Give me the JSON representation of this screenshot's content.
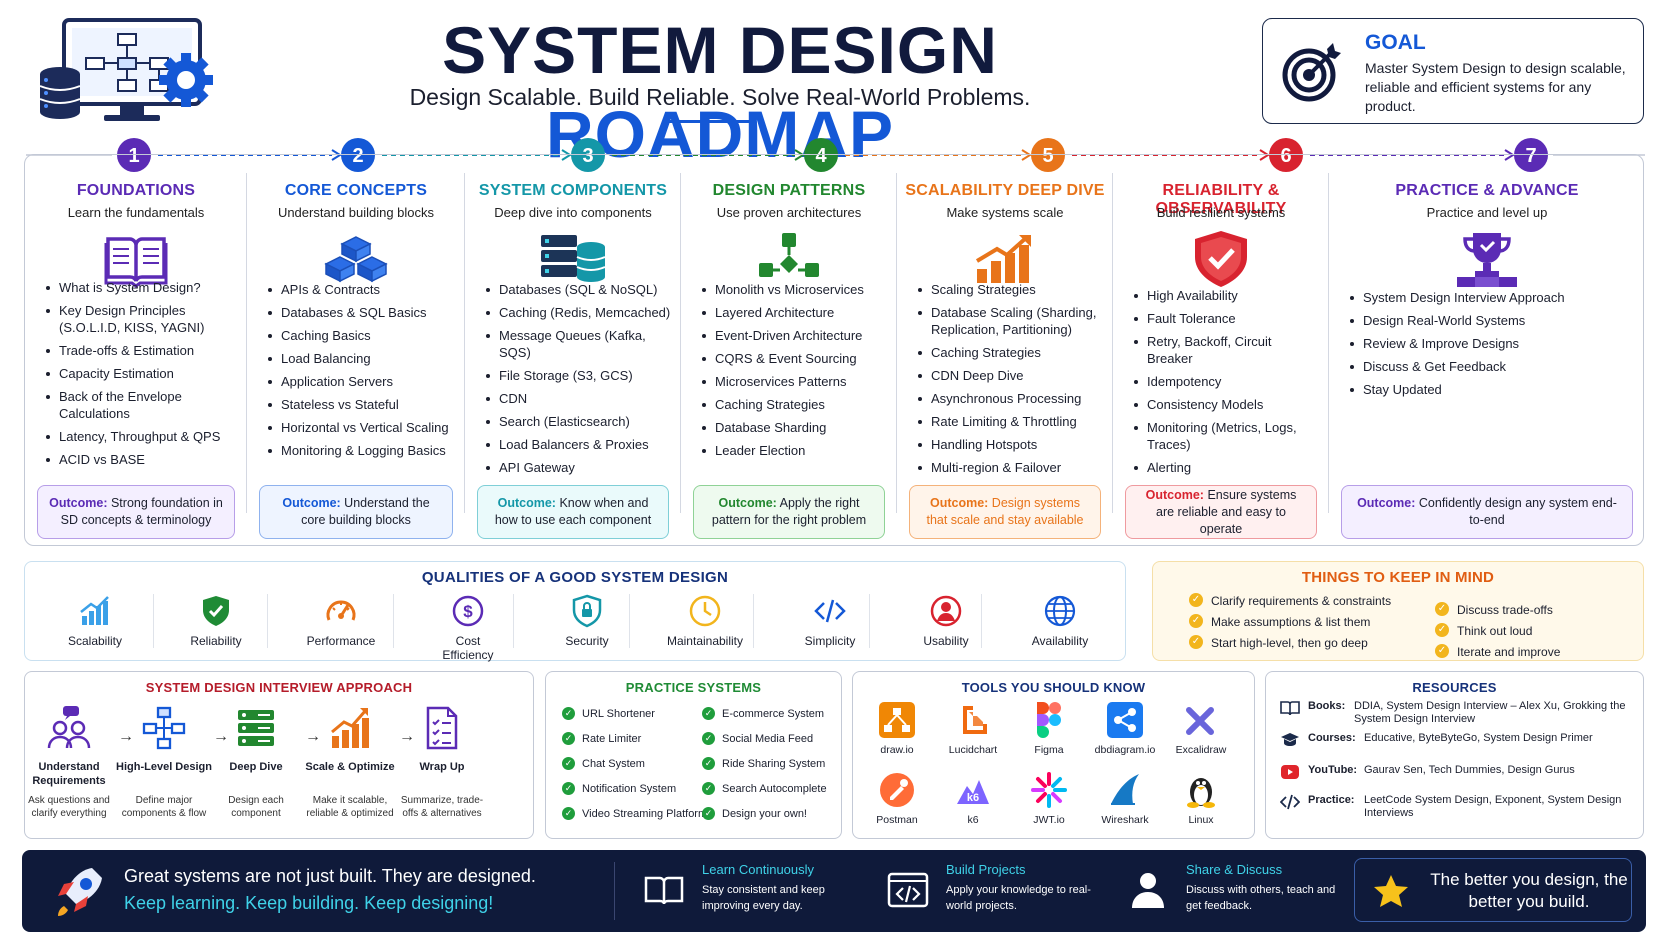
{
  "header": {
    "title_part1": "SYSTEM DESIGN",
    "title_part2": "ROADMAP",
    "subtitle": "Design Scalable. Build Reliable. Solve Real-World Problems."
  },
  "goal": {
    "title": "GOAL",
    "text": "Master System Design to design scalable, reliable and efficient systems for any product."
  },
  "stages": [
    {
      "num": "1",
      "title": "FOUNDATIONS",
      "subtitle": "Learn the fundamentals",
      "color": "#5b2bb5",
      "items": [
        "What is System Design?",
        "Key Design Principles (S.O.L.I.D, KISS, YAGNI)",
        "Trade-offs & Estimation",
        "Capacity Estimation",
        "Back of the Envelope Calculations",
        "Latency, Throughput & QPS",
        "ACID vs BASE"
      ],
      "outcome_label": "Outcome:",
      "outcome": "Strong foundation in SD concepts & terminology"
    },
    {
      "num": "2",
      "title": "CORE CONCEPTS",
      "subtitle": "Understand building blocks",
      "color": "#1458d6",
      "items": [
        "APIs & Contracts",
        "Databases & SQL Basics",
        "Caching Basics",
        "Load Balancing",
        "Application Servers",
        "Stateless vs Stateful",
        "Horizontal vs Vertical Scaling",
        "Monitoring & Logging Basics"
      ],
      "outcome_label": "Outcome:",
      "outcome": "Understand the core building blocks"
    },
    {
      "num": "3",
      "title": "SYSTEM COMPONENTS",
      "subtitle": "Deep dive into components",
      "color": "#1497a8",
      "items": [
        "Databases (SQL & NoSQL)",
        "Caching (Redis, Memcached)",
        "Message Queues (Kafka, SQS)",
        "File Storage (S3, GCS)",
        "CDN",
        "Search (Elasticsearch)",
        "Load Balancers & Proxies",
        "API Gateway"
      ],
      "outcome_label": "Outcome:",
      "outcome": "Know when and how to use each component"
    },
    {
      "num": "4",
      "title": "DESIGN PATTERNS",
      "subtitle": "Use proven architectures",
      "color": "#22872f",
      "items": [
        "Monolith vs Microservices",
        "Layered Architecture",
        "Event-Driven Architecture",
        "CQRS & Event Sourcing",
        "Microservices Patterns",
        "Caching Strategies",
        "Database Sharding",
        "Leader Election"
      ],
      "outcome_label": "Outcome:",
      "outcome": "Apply the right pattern for the right problem"
    },
    {
      "num": "5",
      "title": "SCALABILITY DEEP DIVE",
      "subtitle": "Make systems scale",
      "color": "#e8741a",
      "items": [
        "Scaling Strategies",
        "Database Scaling (Sharding, Replication, Partitioning)",
        "Caching Strategies",
        "CDN Deep Dive",
        "Asynchronous Processing",
        "Rate Limiting & Throttling",
        "Handling Hotspots",
        "Multi-region & Failover"
      ],
      "outcome_label": "Outcome:",
      "outcome": "Design systems that scale and stay available"
    },
    {
      "num": "6",
      "title": "RELIABILITY & OBSERVABILITY",
      "subtitle": "Build resilient systems",
      "color": "#d8232f",
      "items": [
        "High Availability",
        "Fault Tolerance",
        "Retry, Backoff, Circuit Breaker",
        "Idempotency",
        "Consistency Models",
        "Monitoring (Metrics, Logs, Traces)",
        "Alerting"
      ],
      "outcome_label": "Outcome:",
      "outcome": "Ensure systems are reliable and easy to operate"
    },
    {
      "num": "7",
      "title": "PRACTICE & ADVANCE",
      "subtitle": "Practice and level up",
      "color": "#5b2bb5",
      "items": [
        "System Design Interview Approach",
        "Design Real-World Systems",
        "Review & Improve Designs",
        "Discuss & Get Feedback",
        "Stay Updated"
      ],
      "outcome_label": "Outcome:",
      "outcome": "Confidently design any system end-to-end"
    }
  ],
  "qualities": {
    "title": "QUALITIES OF A GOOD SYSTEM DESIGN",
    "items": [
      "Scalability",
      "Reliability",
      "Performance",
      "Cost Efficiency",
      "Security",
      "Maintainability",
      "Simplicity",
      "Usability",
      "Availability"
    ]
  },
  "keep_in_mind": {
    "title": "THINGS TO KEEP IN MIND",
    "left": [
      "Clarify requirements & constraints",
      "Make assumptions & list them",
      "Start high-level, then go deep"
    ],
    "right": [
      "Discuss trade-offs",
      "Think out loud",
      "Iterate and improve"
    ]
  },
  "interview": {
    "title": "SYSTEM DESIGN INTERVIEW APPROACH",
    "steps": [
      {
        "name": "Understand Requirements",
        "desc": "Ask questions and clarify everything"
      },
      {
        "name": "High-Level Design",
        "desc": "Define major components & flow"
      },
      {
        "name": "Deep Dive",
        "desc": "Design each component"
      },
      {
        "name": "Scale & Optimize",
        "desc": "Make it scalable, reliable & optimized"
      },
      {
        "name": "Wrap Up",
        "desc": "Summarize, trade-offs & alternatives"
      }
    ],
    "arrow": "→"
  },
  "practice": {
    "title": "PRACTICE SYSTEMS",
    "left": [
      "URL Shortener",
      "Rate Limiter",
      "Chat System",
      "Notification System",
      "Video Streaming Platform"
    ],
    "right": [
      "E-commerce System",
      "Social Media Feed",
      "Ride Sharing System",
      "Search Autocomplete",
      "Design your own!"
    ]
  },
  "tools": {
    "title": "TOOLS YOU SHOULD KNOW",
    "items": [
      "draw.io",
      "Lucidchart",
      "Figma",
      "dbdiagram.io",
      "Excalidraw",
      "Postman",
      "k6",
      "JWT.io",
      "Wireshark",
      "Linux"
    ],
    "k6_glyph": "k6"
  },
  "resources": {
    "title": "RESOURCES",
    "items": [
      {
        "label": "Books:",
        "text": "DDIA, System Design Interview – Alex Xu, Grokking the System Design Interview"
      },
      {
        "label": "Courses:",
        "text": "Educative, ByteByteGo, System Design Primer"
      },
      {
        "label": "YouTube:",
        "text": "Gaurav Sen, Tech Dummies, Design Gurus"
      },
      {
        "label": "Practice:",
        "text": "LeetCode System Design, Exponent, System Design Interviews"
      }
    ]
  },
  "footer": {
    "quote1": "Great systems are not just built. They are designed.",
    "quote2": "Keep learning. Keep building. Keep designing!",
    "blocks": [
      {
        "title": "Learn Continuously",
        "desc": "Stay consistent and keep improving every day."
      },
      {
        "title": "Build Projects",
        "desc": "Apply your knowledge to real-world projects."
      },
      {
        "title": "Share & Discuss",
        "desc": "Discuss with others, teach and get feedback."
      }
    ],
    "best": "The better you design, the better you build."
  },
  "colors": {
    "navy": "#111a3d",
    "blue": "#1458d6",
    "footer_bg": "#0f1a3a",
    "cyan": "#3fd2e8"
  }
}
